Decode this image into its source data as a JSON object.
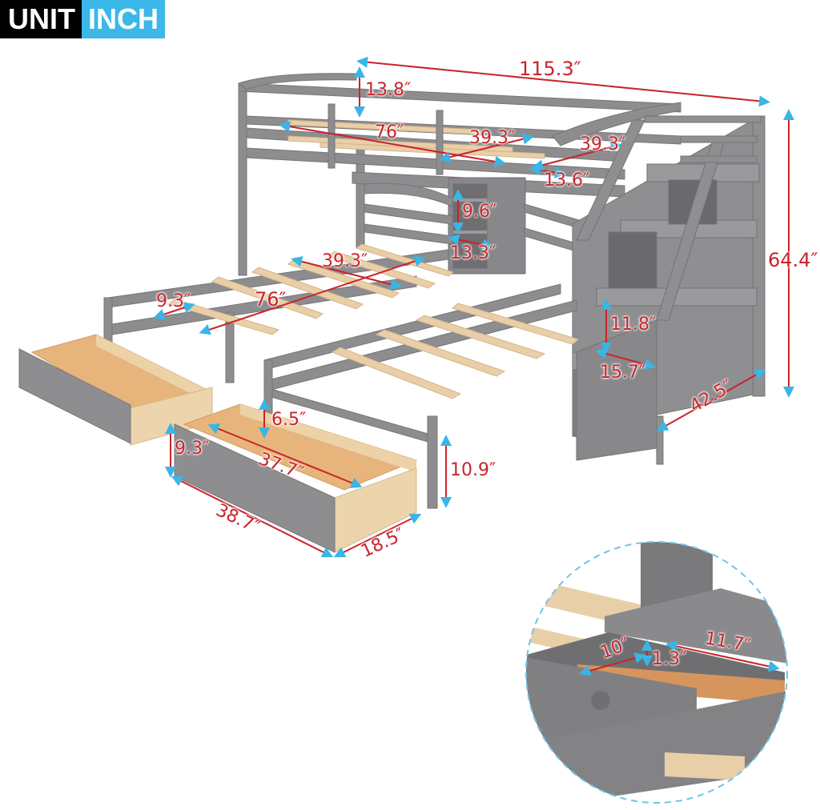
{
  "badge": {
    "unit_label": "UNIT",
    "unit_value": "INCH",
    "unit_bg": "#000000",
    "value_bg": "#3bb7e8"
  },
  "colors": {
    "frame": "#8d8d8f",
    "frame_dark": "#6f6f72",
    "wood": "#e9cfa8",
    "drawer_inside": "#e7b57c",
    "dimension_line": "#c8242b",
    "arrow": "#38b6e6"
  },
  "product": "Triple bunk bed with staircase, storage shelves and two trundle drawers",
  "dimensions": {
    "overall_length": "115.3″",
    "guardrail_height": "13.8″",
    "top_bunk_length": "76″",
    "top_bunk_width": "39.3″",
    "stair_platform_width": "39.3″",
    "stair_platform_depth": "13.6″",
    "shelf_height": "9.6″",
    "shelf_width": "13.3″",
    "overall_height": "64.4″",
    "lower_bed_width": "39.3″",
    "lower_bed_length": "76″",
    "lower_bed_slat_gap": "9.3″",
    "stair_step_height": "11.8″",
    "stair_step_depth": "15.7″",
    "stair_length": "42.5″",
    "drawer_inner_depth": "6.5″",
    "drawer_height": "9.3″",
    "drawer_inner_length": "37.7″",
    "drawer_length": "38.7″",
    "drawer_width": "18.5″",
    "lower_bed_clearance": "10.9″",
    "detail_drawer_depth": "10″",
    "detail_drawer_height": "1.3″",
    "detail_drawer_width": "11.7″"
  }
}
